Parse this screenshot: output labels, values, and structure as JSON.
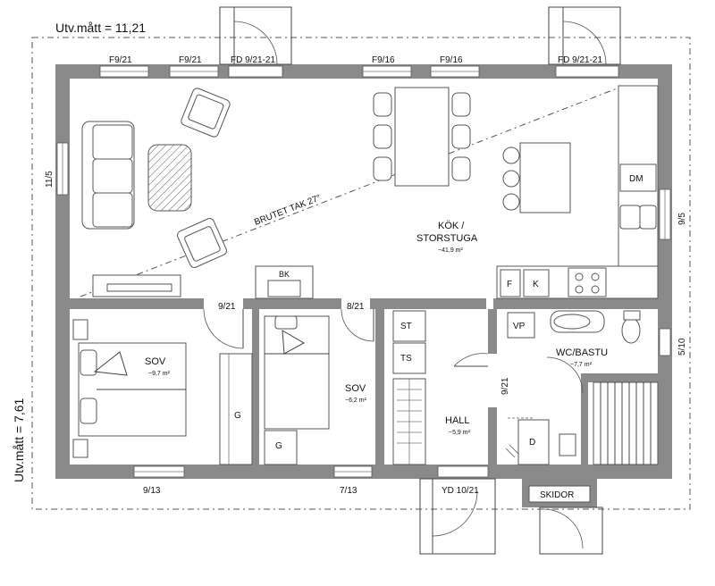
{
  "dimensions": {
    "width_label": "Utv.mått = 11,21",
    "height_label": "Utv.mått = 7,61"
  },
  "openings": {
    "top": [
      "F9/21",
      "F9/21",
      "FD 9/21-21",
      "F9/16",
      "F9/16",
      "FD 9/21-21"
    ],
    "left": "11/5",
    "right_upper": "9/5",
    "right_lower": "5/10",
    "bottom_left": "9/13",
    "bottom_mid": "7/13",
    "bottom_entry": "YD 10/21"
  },
  "interior_doors": {
    "sov1": "9/21",
    "sov2": "8/21",
    "hall": "9/21"
  },
  "rooms": {
    "kok": {
      "name_line1": "KÖK /",
      "name_line2": "STORSTUGA",
      "area": "~41,9 m²"
    },
    "sov1": {
      "name": "SOV",
      "area": "~9,7 m²"
    },
    "sov2": {
      "name": "SOV",
      "area": "~6,2 m²"
    },
    "hall": {
      "name": "HALL",
      "area": "~5,9 m²"
    },
    "wc": {
      "name": "WC/BASTU",
      "area": "~7,7 m²"
    }
  },
  "roof_label": "BRUTET TAK 27°",
  "fixtures": {
    "bk": "BK",
    "dm": "DM",
    "f": "F",
    "k": "K",
    "st": "ST",
    "ts": "TS",
    "vp": "VP",
    "g1": "G",
    "g2": "G",
    "d": "D",
    "skidor": "SKIDOR"
  },
  "colors": {
    "wall": "#8a8a8a",
    "line": "#444444"
  }
}
